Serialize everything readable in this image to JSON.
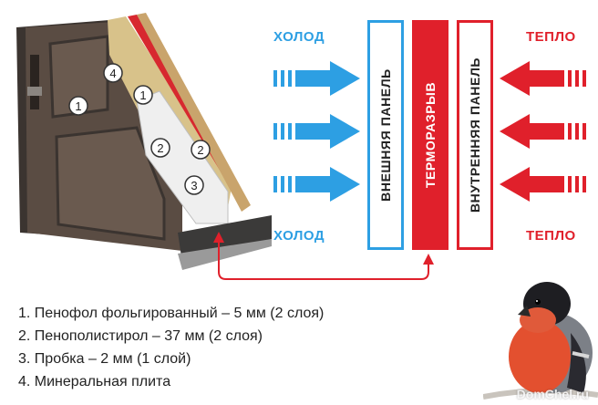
{
  "labels": {
    "cold_top": "ХОЛОД",
    "cold_bottom": "ХОЛОД",
    "warm_top": "ТЕПЛО",
    "warm_bottom": "ТЕПЛО"
  },
  "panels": [
    {
      "text": "ВНЕШНЯЯ ПАНЕЛЬ",
      "style": "outline-blue"
    },
    {
      "text": "ТЕРМОРАЗРЫВ",
      "style": "filled-red"
    },
    {
      "text": "ВНУТРЕННЯЯ ПАНЕЛЬ",
      "style": "outline-red"
    }
  ],
  "door_markers": [
    "4",
    "1",
    "1",
    "2",
    "2",
    "3"
  ],
  "legend": [
    "1. Пенофол фольгированный – 5 мм (2 слоя)",
    "2. Пенополистирол – 37 мм (2 слоя)",
    "3. Пробка – 2 мм (1 слой)",
    "4. Минеральная плита"
  ],
  "watermark": "DomChel.ru",
  "colors": {
    "cold": "#2d9fe3",
    "warm": "#e0202b",
    "door_dark": "#4a3f38",
    "mineral": "#d8c28a",
    "foam": "#eeeeee"
  }
}
